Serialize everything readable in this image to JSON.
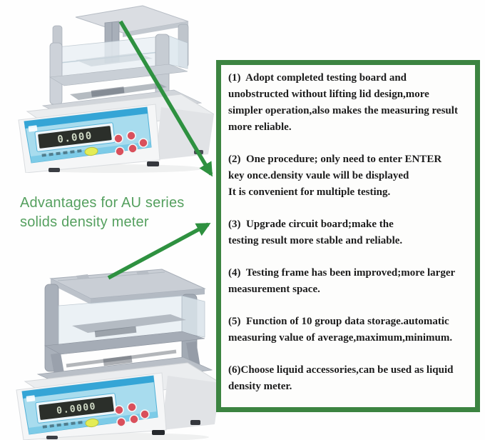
{
  "caption": {
    "text": "Advantages for AU series\nsolids density meter",
    "color": "#55a05f"
  },
  "devices": {
    "top": {
      "label": "solids density meter with open testing frame",
      "display": "0.000"
    },
    "bottom": {
      "label": "solids density meter with covered testing frame",
      "display": "0.0000"
    }
  },
  "arrows": {
    "color": "#2e9140"
  },
  "advantages_box": {
    "border_color": "#3c8441",
    "items": [
      {
        "text": "(1)  Adopt completed testing board and\nunobstructed without lifting lid design,more\nsimpler operation,also makes the measuring result\nmore reliable."
      },
      {
        "text": "(2)  One procedure; only need to enter ENTER\nkey once.density vaule will be displayed\nIt is convenient for multiple testing."
      },
      {
        "text": "(3)  Upgrade circuit board;make the\ntesting result more stable and reliable."
      },
      {
        "text": "(4)  Testing frame has been improved;more larger\nmeasurement space."
      },
      {
        "text": "(5)  Function of 10 group data storage.automatic\nmeasuring value of average,maximum,minimum."
      },
      {
        "text": "(6)Choose liquid accessories,can be used as liquid\ndensity meter."
      }
    ]
  }
}
